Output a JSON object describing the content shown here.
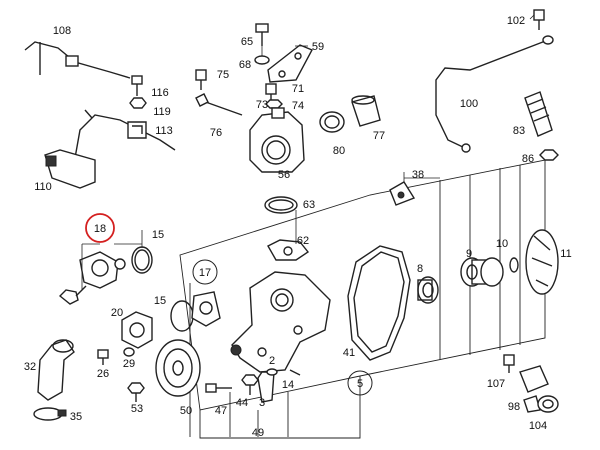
{
  "highlight_color": "#d42020",
  "highlighted_part": "18",
  "parts": [
    {
      "id": "p108",
      "label": "108"
    },
    {
      "id": "p65",
      "label": "65"
    },
    {
      "id": "p59",
      "label": "59"
    },
    {
      "id": "p102",
      "label": "102"
    },
    {
      "id": "p68",
      "label": "68"
    },
    {
      "id": "p75",
      "label": "75"
    },
    {
      "id": "p71",
      "label": "71"
    },
    {
      "id": "p116",
      "label": "116"
    },
    {
      "id": "p119",
      "label": "119"
    },
    {
      "id": "p113",
      "label": "113"
    },
    {
      "id": "p76",
      "label": "76"
    },
    {
      "id": "p73",
      "label": "73"
    },
    {
      "id": "p74",
      "label": "74"
    },
    {
      "id": "p77",
      "label": "77"
    },
    {
      "id": "p80",
      "label": "80"
    },
    {
      "id": "p100",
      "label": "100"
    },
    {
      "id": "p83",
      "label": "83"
    },
    {
      "id": "p86",
      "label": "86"
    },
    {
      "id": "p56",
      "label": "56"
    },
    {
      "id": "p110",
      "label": "110"
    },
    {
      "id": "p38",
      "label": "38"
    },
    {
      "id": "p63",
      "label": "63"
    },
    {
      "id": "p18",
      "label": "18"
    },
    {
      "id": "p15a",
      "label": "15"
    },
    {
      "id": "p62",
      "label": "62"
    },
    {
      "id": "p10",
      "label": "10"
    },
    {
      "id": "p9",
      "label": "9"
    },
    {
      "id": "p11",
      "label": "11"
    },
    {
      "id": "p8",
      "label": "8"
    },
    {
      "id": "p17",
      "label": "17"
    },
    {
      "id": "p20",
      "label": "20"
    },
    {
      "id": "p15b",
      "label": "15"
    },
    {
      "id": "p41",
      "label": "41"
    },
    {
      "id": "p32",
      "label": "32"
    },
    {
      "id": "p26",
      "label": "26"
    },
    {
      "id": "p29",
      "label": "29"
    },
    {
      "id": "p2",
      "label": "2"
    },
    {
      "id": "p14",
      "label": "14"
    },
    {
      "id": "p5",
      "label": "5"
    },
    {
      "id": "p107",
      "label": "107"
    },
    {
      "id": "p53",
      "label": "53"
    },
    {
      "id": "p50",
      "label": "50"
    },
    {
      "id": "p47",
      "label": "47"
    },
    {
      "id": "p44",
      "label": "44"
    },
    {
      "id": "p3",
      "label": "3"
    },
    {
      "id": "p98",
      "label": "98"
    },
    {
      "id": "p35",
      "label": "35"
    },
    {
      "id": "p49",
      "label": "49"
    },
    {
      "id": "p104",
      "label": "104"
    }
  ]
}
